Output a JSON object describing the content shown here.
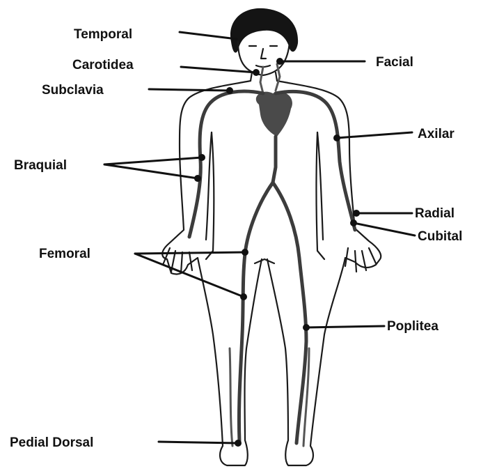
{
  "labels": {
    "temporal": "Temporal",
    "carotidea": "Carotidea",
    "subclavia": "Subclavia",
    "braquial": "Braquial",
    "femoral": "Femoral",
    "pedial_dorsal": "Pedial Dorsal",
    "facial": "Facial",
    "axilar": "Axilar",
    "radial": "Radial",
    "cubital": "Cubital",
    "poplitea": "Poplitea"
  },
  "colors": {
    "ink": "#111111",
    "vessel": "#3c3c3c",
    "background": "#ffffff"
  }
}
